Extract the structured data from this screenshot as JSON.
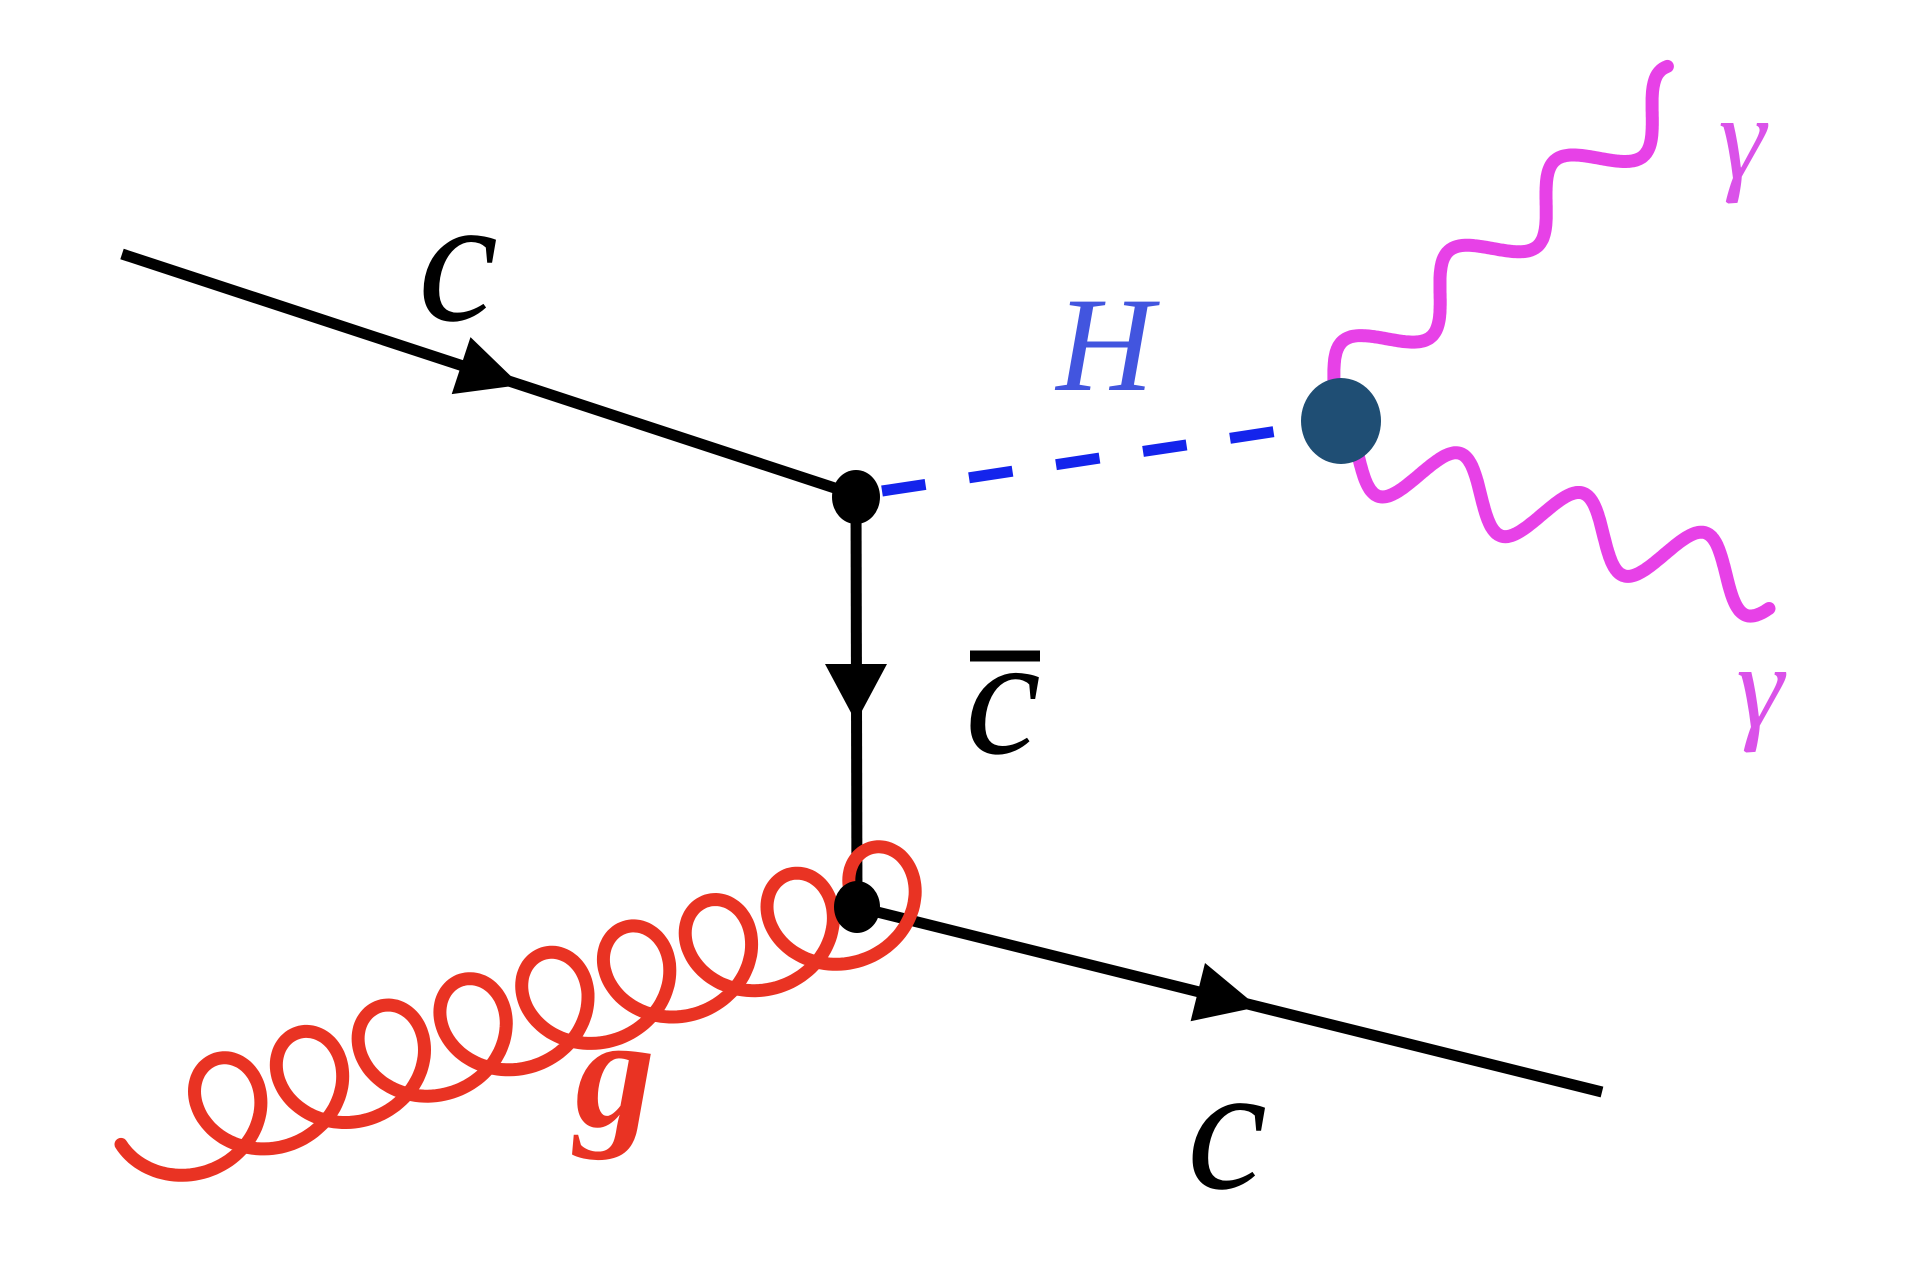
{
  "labels": {
    "incoming_quark": "c",
    "higgs": "H",
    "photon_top": "γ",
    "photon_bottom": "γ",
    "antiquark": {
      "base": "c",
      "overline": true
    },
    "gluon": "g",
    "outgoing_quark": "c"
  },
  "colors": {
    "quark_line": "#000000",
    "vertex_dot": "#000000",
    "higgs_line": "#1424EC",
    "higgs_label": "#4255DF",
    "photon": "#E741E7",
    "photon_label": "#DA52E9",
    "gluon": "#E93323",
    "loop_blob": "#1F4E74",
    "background": "#FFFFFF"
  }
}
